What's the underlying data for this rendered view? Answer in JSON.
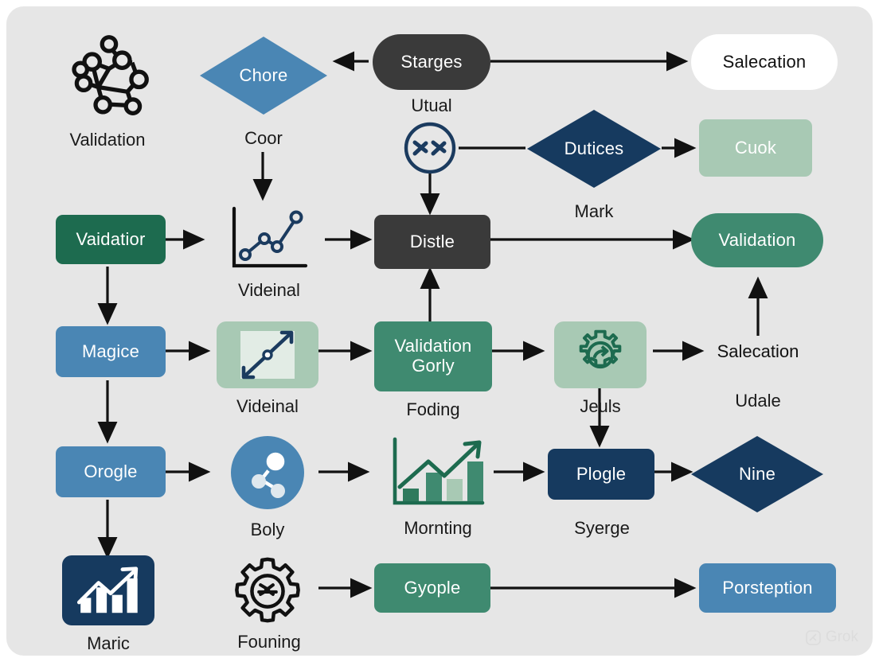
{
  "diagram": {
    "background": "#e6e6e6",
    "page_background": "#ffffff",
    "watermark": "Grok",
    "palette": {
      "dark_charcoal": "#3a3a3a",
      "navy": "#1b3b5f",
      "steel_blue": "#4a86b4",
      "deep_green": "#1d6b4f",
      "sea_green": "#3f8a70",
      "mint": "#a8c9b4",
      "white": "#ffffff",
      "text_dark": "#111111",
      "arrow": "#111111"
    },
    "nodes": [
      {
        "id": "n-validation-icon",
        "label": "Validation",
        "icon": "molecule-network-icon",
        "kind": "icon-caption"
      },
      {
        "id": "n-chore",
        "label": "Chore",
        "caption": "Coor",
        "kind": "diamond",
        "fill": "#4a86b4",
        "text": "#ffffff"
      },
      {
        "id": "n-starges",
        "label": "Starges",
        "caption": "Utual",
        "kind": "pill",
        "fill": "#3a3a3a",
        "text": "#ffffff"
      },
      {
        "id": "n-salecation-top",
        "label": "Salecation",
        "kind": "pill",
        "fill": "#ffffff",
        "text": "#111111"
      },
      {
        "id": "n-scatter-circle",
        "label": "",
        "icon": "scatter-circle-icon",
        "kind": "icon"
      },
      {
        "id": "n-dutices",
        "label": "Dutices",
        "caption": "Mark",
        "kind": "diamond",
        "fill": "#163a5f",
        "text": "#ffffff"
      },
      {
        "id": "n-cuok",
        "label": "Cuok",
        "kind": "rect",
        "fill": "#a8c9b4",
        "text": "#ffffff"
      },
      {
        "id": "n-vaidatior",
        "label": "Vaidatior",
        "kind": "rect",
        "fill": "#1d6b4f",
        "text": "#ffffff"
      },
      {
        "id": "n-videinal-line",
        "label": "Videinal",
        "icon": "line-chart-icon",
        "kind": "icon-caption"
      },
      {
        "id": "n-distle",
        "label": "Distle",
        "kind": "rect",
        "fill": "#3a3a3a",
        "text": "#ffffff"
      },
      {
        "id": "n-validation-pill",
        "label": "Validation",
        "kind": "pill",
        "fill": "#3f8a70",
        "text": "#ffffff"
      },
      {
        "id": "n-magice",
        "label": "Magice",
        "kind": "rect",
        "fill": "#4a86b4",
        "text": "#ffffff"
      },
      {
        "id": "n-videinal-scatter",
        "label": "Videinal",
        "icon": "scatter-square-icon",
        "kind": "icon-caption",
        "tile": "#a8c9b4"
      },
      {
        "id": "n-validation-gorly",
        "label": "Validation Gorly",
        "caption": "Foding",
        "kind": "rect",
        "fill": "#3f8a70",
        "text": "#ffffff"
      },
      {
        "id": "n-jeuls",
        "label": "Jeuls",
        "icon": "gear-arrow-icon",
        "kind": "icon-caption",
        "tile": "#a8c9b4"
      },
      {
        "id": "n-salecation-text",
        "label": "Salecation",
        "caption": "Udale",
        "kind": "text"
      },
      {
        "id": "n-orogle",
        "label": "Orogle",
        "kind": "rect",
        "fill": "#4a86b4",
        "text": "#ffffff"
      },
      {
        "id": "n-boly",
        "label": "Boly",
        "icon": "network-circle-icon",
        "kind": "icon-caption"
      },
      {
        "id": "n-mornting",
        "label": "Mornting",
        "icon": "bar-growth-icon",
        "kind": "icon-caption"
      },
      {
        "id": "n-plogle",
        "label": "Plogle",
        "caption": "Syerge",
        "kind": "rect",
        "fill": "#163a5f",
        "text": "#ffffff"
      },
      {
        "id": "n-nine",
        "label": "Nine",
        "kind": "diamond",
        "fill": "#163a5f",
        "text": "#ffffff"
      },
      {
        "id": "n-maric",
        "label": "Maric",
        "icon": "bar-arrow-card-icon",
        "kind": "icon-caption",
        "tile": "#163a5f"
      },
      {
        "id": "n-founing",
        "label": "Founing",
        "icon": "gear-currency-icon",
        "kind": "icon-caption"
      },
      {
        "id": "n-gyople",
        "label": "Gyople",
        "kind": "rect",
        "fill": "#3f8a70",
        "text": "#ffffff"
      },
      {
        "id": "n-porsteption",
        "label": "Porsteption",
        "kind": "rect",
        "fill": "#4a86b4",
        "text": "#ffffff"
      }
    ],
    "edges": [
      {
        "from": "n-starges",
        "to": "n-chore",
        "direction": "left"
      },
      {
        "from": "n-starges",
        "to": "n-salecation-top",
        "direction": "right"
      },
      {
        "from": "n-chore",
        "to": "n-videinal-line",
        "direction": "down"
      },
      {
        "from": "n-scatter-circle",
        "to": "n-dutices",
        "direction": "right-plain"
      },
      {
        "from": "n-dutices",
        "to": "n-cuok",
        "direction": "right"
      },
      {
        "from": "n-scatter-circle",
        "to": "n-distle",
        "direction": "down"
      },
      {
        "from": "n-vaidatior",
        "to": "n-videinal-line",
        "direction": "right"
      },
      {
        "from": "n-videinal-line",
        "to": "n-distle",
        "direction": "right"
      },
      {
        "from": "n-distle",
        "to": "n-validation-pill",
        "direction": "right"
      },
      {
        "from": "n-vaidatior",
        "to": "n-magice",
        "direction": "down"
      },
      {
        "from": "n-magice",
        "to": "n-videinal-scatter",
        "direction": "right"
      },
      {
        "from": "n-videinal-scatter",
        "to": "n-validation-gorly",
        "direction": "right"
      },
      {
        "from": "n-validation-gorly",
        "to": "n-distle",
        "direction": "up"
      },
      {
        "from": "n-validation-gorly",
        "to": "n-jeuls",
        "direction": "right"
      },
      {
        "from": "n-jeuls",
        "to": "n-salecation-text",
        "direction": "right"
      },
      {
        "from": "n-salecation-text",
        "to": "n-validation-pill",
        "direction": "up"
      },
      {
        "from": "n-magice",
        "to": "n-orogle",
        "direction": "down"
      },
      {
        "from": "n-orogle",
        "to": "n-boly",
        "direction": "right"
      },
      {
        "from": "n-boly",
        "to": "n-mornting",
        "direction": "right"
      },
      {
        "from": "n-mornting",
        "to": "n-plogle",
        "direction": "right"
      },
      {
        "from": "n-jeuls",
        "to": "n-plogle",
        "direction": "down"
      },
      {
        "from": "n-plogle",
        "to": "n-nine",
        "direction": "right"
      },
      {
        "from": "n-orogle",
        "to": "n-maric",
        "direction": "down"
      },
      {
        "from": "n-founing",
        "to": "n-gyople",
        "direction": "right"
      },
      {
        "from": "n-gyople",
        "to": "n-porsteption",
        "direction": "right"
      }
    ]
  }
}
